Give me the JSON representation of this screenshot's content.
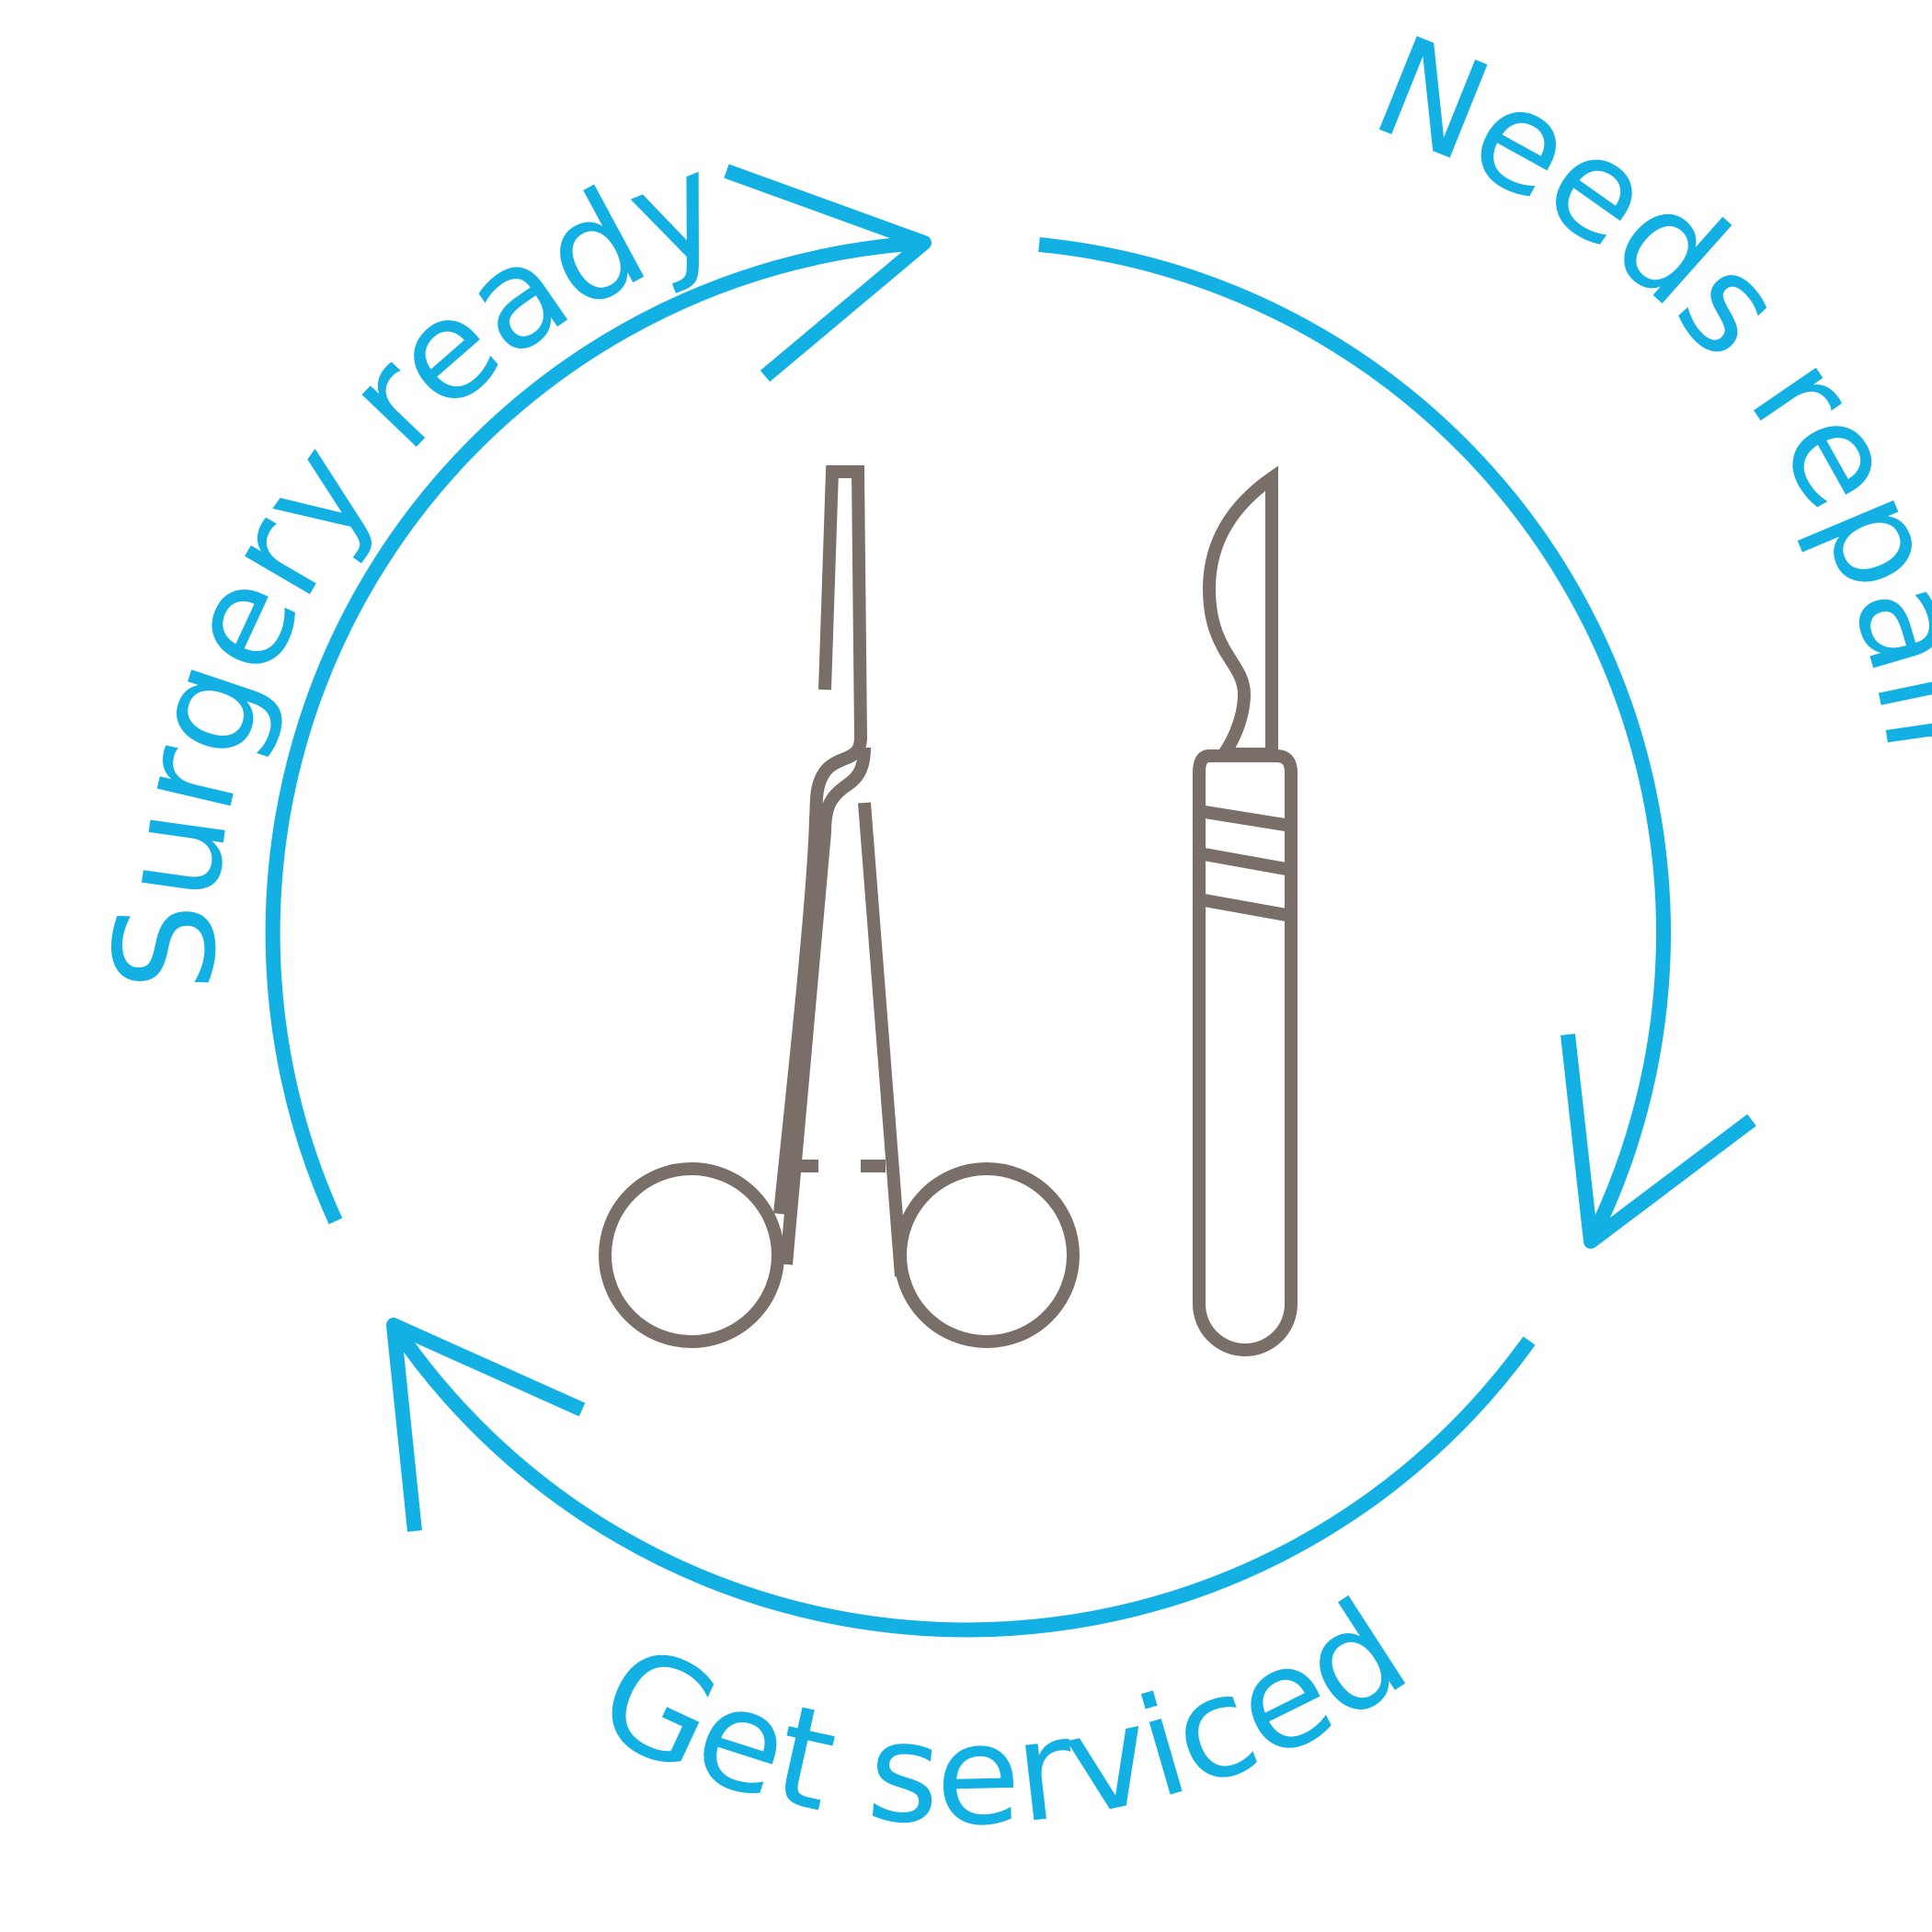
{
  "colors": {
    "cycle": "#12B0E3",
    "instrument": "#7A6F68",
    "background": "#FFFFFF"
  },
  "labels": {
    "surgery_ready": "Surgery ready",
    "needs_repair": "Needs repair",
    "get_serviced": "Get serviced"
  },
  "icons": {
    "center_left": "scissors-icon",
    "center_right": "scalpel-icon"
  }
}
